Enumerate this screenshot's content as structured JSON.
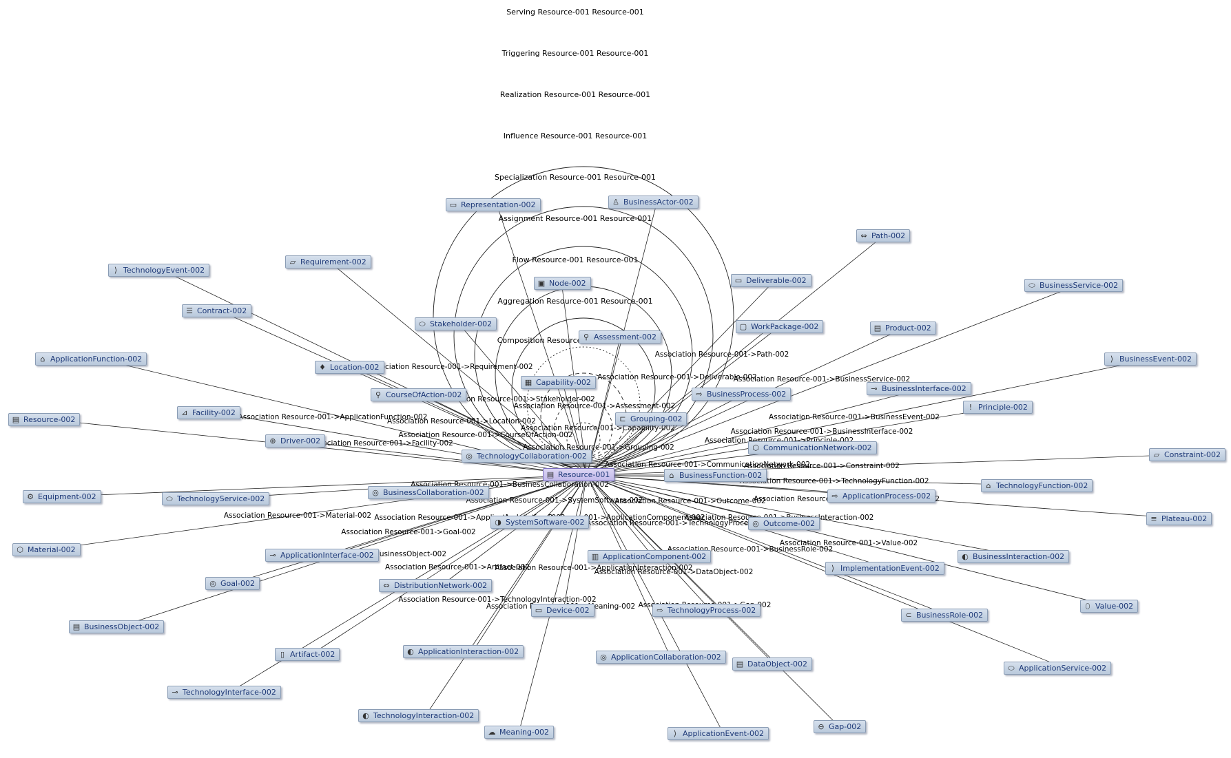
{
  "title_labels": [
    "Serving Resource-001 Resource-001",
    "Triggering Resource-001 Resource-001",
    "Realization Resource-001 Resource-001",
    "Influence Resource-001 Resource-001",
    "Specialization Resource-001 Resource-001",
    "Assignment Resource-001 Resource-001",
    "Flow Resource-001 Resource-001",
    "Aggregation Resource-001 Resource-001",
    "Composition Resource-001 Resource-001"
  ],
  "center": {
    "id": "Resource-001",
    "label": "Resource-001",
    "icon": "resource-icon"
  },
  "nodes": [
    {
      "id": "Representation-002",
      "label": "Representation-002",
      "icon": "representation-icon"
    },
    {
      "id": "BusinessActor-002",
      "label": "BusinessActor-002",
      "icon": "actor-icon"
    },
    {
      "id": "Path-002",
      "label": "Path-002",
      "icon": "path-icon"
    },
    {
      "id": "Requirement-002",
      "label": "Requirement-002",
      "icon": "requirement-icon"
    },
    {
      "id": "TechnologyEvent-002",
      "label": "TechnologyEvent-002",
      "icon": "event-icon"
    },
    {
      "id": "Node-002",
      "label": "Node-002",
      "icon": "node-icon"
    },
    {
      "id": "Deliverable-002",
      "label": "Deliverable-002",
      "icon": "deliverable-icon"
    },
    {
      "id": "BusinessService-002",
      "label": "BusinessService-002",
      "icon": "service-icon"
    },
    {
      "id": "Contract-002",
      "label": "Contract-002",
      "icon": "contract-icon"
    },
    {
      "id": "Stakeholder-002",
      "label": "Stakeholder-002",
      "icon": "stakeholder-icon"
    },
    {
      "id": "WorkPackage-002",
      "label": "WorkPackage-002",
      "icon": "workpackage-icon"
    },
    {
      "id": "Product-002",
      "label": "Product-002",
      "icon": "product-icon"
    },
    {
      "id": "Assessment-002",
      "label": "Assessment-002",
      "icon": "assessment-icon"
    },
    {
      "id": "ApplicationFunction-002",
      "label": "ApplicationFunction-002",
      "icon": "function-icon"
    },
    {
      "id": "BusinessEvent-002",
      "label": "BusinessEvent-002",
      "icon": "event-icon"
    },
    {
      "id": "Location-002",
      "label": "Location-002",
      "icon": "location-icon"
    },
    {
      "id": "Capability-002",
      "label": "Capability-002",
      "icon": "capability-icon"
    },
    {
      "id": "BusinessInterface-002",
      "label": "BusinessInterface-002",
      "icon": "interface-icon"
    },
    {
      "id": "CourseOfAction-002",
      "label": "CourseOfAction-002",
      "icon": "courseofaction-icon"
    },
    {
      "id": "BusinessProcess-002",
      "label": "BusinessProcess-002",
      "icon": "process-icon"
    },
    {
      "id": "Principle-002",
      "label": "Principle-002",
      "icon": "principle-icon"
    },
    {
      "id": "Facility-002",
      "label": "Facility-002",
      "icon": "facility-icon"
    },
    {
      "id": "Grouping-002",
      "label": "Grouping-002",
      "icon": "grouping-icon"
    },
    {
      "id": "Resource-002",
      "label": "Resource-002",
      "icon": "resource-icon"
    },
    {
      "id": "Driver-002",
      "label": "Driver-002",
      "icon": "driver-icon"
    },
    {
      "id": "CommunicationNetwork-002",
      "label": "CommunicationNetwork-002",
      "icon": "network-icon"
    },
    {
      "id": "TechnologyCollaboration-002",
      "label": "TechnologyCollaboration-002",
      "icon": "collaboration-icon"
    },
    {
      "id": "Constraint-002",
      "label": "Constraint-002",
      "icon": "constraint-icon"
    },
    {
      "id": "BusinessFunction-002",
      "label": "BusinessFunction-002",
      "icon": "function-icon"
    },
    {
      "id": "TechnologyFunction-002",
      "label": "TechnologyFunction-002",
      "icon": "function-icon"
    },
    {
      "id": "Equipment-002",
      "label": "Equipment-002",
      "icon": "equipment-icon"
    },
    {
      "id": "TechnologyService-002",
      "label": "TechnologyService-002",
      "icon": "service-icon"
    },
    {
      "id": "BusinessCollaboration-002",
      "label": "BusinessCollaboration-002",
      "icon": "collaboration-icon"
    },
    {
      "id": "ApplicationProcess-002",
      "label": "ApplicationProcess-002",
      "icon": "process-icon"
    },
    {
      "id": "Plateau-002",
      "label": "Plateau-002",
      "icon": "plateau-icon"
    },
    {
      "id": "SystemSoftware-002",
      "label": "SystemSoftware-002",
      "icon": "systemsoftware-icon"
    },
    {
      "id": "Outcome-002",
      "label": "Outcome-002",
      "icon": "outcome-icon"
    },
    {
      "id": "Material-002",
      "label": "Material-002",
      "icon": "material-icon"
    },
    {
      "id": "ApplicationInterface-002",
      "label": "ApplicationInterface-002",
      "icon": "interface-icon"
    },
    {
      "id": "ApplicationComponent-002",
      "label": "ApplicationComponent-002",
      "icon": "component-icon"
    },
    {
      "id": "BusinessInteraction-002",
      "label": "BusinessInteraction-002",
      "icon": "interaction-icon"
    },
    {
      "id": "Goal-002",
      "label": "Goal-002",
      "icon": "goal-icon"
    },
    {
      "id": "DistributionNetwork-002",
      "label": "DistributionNetwork-002",
      "icon": "distribution-icon"
    },
    {
      "id": "ImplementationEvent-002",
      "label": "ImplementationEvent-002",
      "icon": "event-icon"
    },
    {
      "id": "Value-002",
      "label": "Value-002",
      "icon": "value-icon"
    },
    {
      "id": "Device-002",
      "label": "Device-002",
      "icon": "device-icon"
    },
    {
      "id": "TechnologyProcess-002",
      "label": "TechnologyProcess-002",
      "icon": "process-icon"
    },
    {
      "id": "BusinessRole-002",
      "label": "BusinessRole-002",
      "icon": "role-icon"
    },
    {
      "id": "BusinessObject-002",
      "label": "BusinessObject-002",
      "icon": "object-icon"
    },
    {
      "id": "Artifact-002",
      "label": "Artifact-002",
      "icon": "artifact-icon"
    },
    {
      "id": "ApplicationInteraction-002",
      "label": "ApplicationInteraction-002",
      "icon": "interaction-icon"
    },
    {
      "id": "ApplicationCollaboration-002",
      "label": "ApplicationCollaboration-002",
      "icon": "collaboration-icon"
    },
    {
      "id": "DataObject-002",
      "label": "DataObject-002",
      "icon": "object-icon"
    },
    {
      "id": "ApplicationService-002",
      "label": "ApplicationService-002",
      "icon": "service-icon"
    },
    {
      "id": "TechnologyInterface-002",
      "label": "TechnologyInterface-002",
      "icon": "interface-icon"
    },
    {
      "id": "TechnologyInteraction-002",
      "label": "TechnologyInteraction-002",
      "icon": "interaction-icon"
    },
    {
      "id": "Meaning-002",
      "label": "Meaning-002",
      "icon": "meaning-icon"
    },
    {
      "id": "ApplicationEvent-002",
      "label": "ApplicationEvent-002",
      "icon": "event-icon"
    },
    {
      "id": "Gap-002",
      "label": "Gap-002",
      "icon": "gap-icon"
    }
  ],
  "association_labels": [
    "Association Resource-001->Path-002",
    "Association Resource-001->Requirement-002",
    "Association Resource-001->Deliverable-002",
    "Association Resource-001->BusinessService-002",
    "Association Resource-001->Stakeholder-002",
    "Association Resource-001->Assessment-002",
    "Association Resource-001->ApplicationFunction-002",
    "Association Resource-001->BusinessEvent-002",
    "Association Resource-001->Location-002",
    "Association Resource-001->Capability-002",
    "Association Resource-001->BusinessInterface-002",
    "Association Resource-001->CourseOfAction-002",
    "Association Resource-001->Principle-002",
    "Association Resource-001->Facility-002",
    "Association Resource-001->Grouping-002",
    "Association Resource-001->CommunicationNetwork-002",
    "Association Resource-001->Constraint-002",
    "Association Resource-001->TechnologyFunction-002",
    "Association Resource-001->BusinessCollaboration-002",
    "Association Resource-001->ApplicationProcess-002",
    "Association Resource-001->Outcome-002",
    "Association Resource-001->SystemSoftware-002",
    "Association Resource-001->Material-002",
    "Association Resource-001->ApplicationInterface-002",
    "Association Resource-001->ApplicationComponent-002",
    "Association Resource-001->BusinessInteraction-002",
    "Association Resource-001->Goal-002",
    "Association Resource-001->TechnologyProcess-002",
    "Association Resource-001->Value-002",
    "Association Resource-001->BusinessObject-002",
    "Association Resource-001->BusinessRole-002",
    "Association Resource-001->DataObject-002",
    "Association Resource-001->TechnologyInteraction-002",
    "Association Resource-001->Gap-002",
    "Association Resource-001->Meaning-002",
    "Association Resource-001->Artifact-002",
    "Association Resource-001->ApplicationInteraction-002"
  ]
}
